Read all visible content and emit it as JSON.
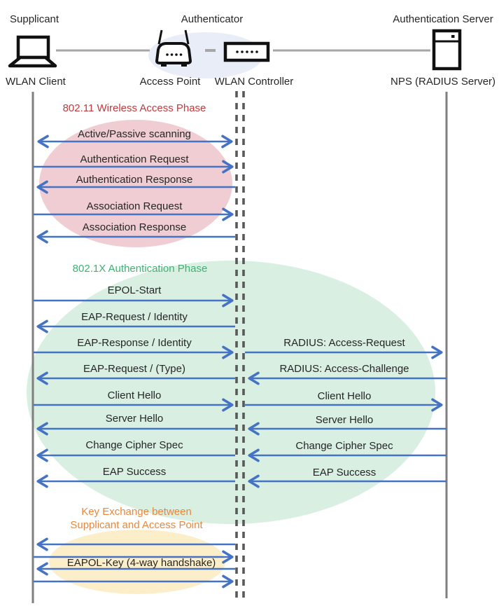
{
  "header": {
    "roles": {
      "supplicant": "Supplicant",
      "authenticator": "Authenticator",
      "authentication_server": "Authentication Server"
    },
    "devices": {
      "wlan_client": "WLAN Client",
      "access_point": "Access Point",
      "wlan_controller": "WLAN Controller",
      "nps": "NPS (RADIUS Server)"
    }
  },
  "colors": {
    "arrow_blue": "#4472C4",
    "lifeline_gray": "#7F7F7F",
    "dashed_lifeline_gray": "#595959",
    "connector_gray": "#A6A6A6",
    "phase1_title": "#C0393D",
    "phase1_fill": "#F0CDD2",
    "phase2_title": "#3CB371",
    "phase2_fill": "#D8EFE2",
    "phase3_title": "#E8873C",
    "phase3_fill": "#FCEEC9",
    "authenticator_fill": "#E9EDF7"
  },
  "phases": [
    {
      "title": "802.11 Wireless Access Phase",
      "messages": [
        {
          "label": "Active/Passive scanning",
          "direction": "both"
        },
        {
          "label": "Authentication Request",
          "direction": "right"
        },
        {
          "label": "Authentication Response",
          "direction": "left"
        },
        {
          "label": "Association Request",
          "direction": "right"
        },
        {
          "label": "Association Response",
          "direction": "left"
        }
      ]
    },
    {
      "title": "802.1X Authentication Phase",
      "rows": [
        {
          "left": {
            "label": "EPOL-Start",
            "direction": "right"
          }
        },
        {
          "left": {
            "label": "EAP-Request / Identity",
            "direction": "left"
          }
        },
        {
          "left": {
            "label": "EAP-Response / Identity",
            "direction": "right"
          },
          "right": {
            "label": "RADIUS: Access-Request",
            "direction": "right"
          }
        },
        {
          "left": {
            "label": "EAP-Request / (Type)",
            "direction": "left"
          },
          "right": {
            "label": "RADIUS: Access-Challenge",
            "direction": "left"
          }
        },
        {
          "left": {
            "label": "Client Hello",
            "direction": "right"
          },
          "right": {
            "label": "Client Hello",
            "direction": "right"
          }
        },
        {
          "left": {
            "label": "Server Hello",
            "direction": "left"
          },
          "right": {
            "label": "Server Hello",
            "direction": "left"
          }
        },
        {
          "left": {
            "label": "Change Cipher Spec",
            "direction": "left"
          },
          "right": {
            "label": "Change Cipher Spec",
            "direction": "left"
          }
        },
        {
          "left": {
            "label": "EAP Success",
            "direction": "left"
          },
          "right": {
            "label": "EAP Success",
            "direction": "left"
          }
        }
      ]
    },
    {
      "title_line1": "Key Exchange between",
      "title_line2": "Supplicant and Access Point",
      "handshake_label": "EAPOL-Key (4-way handshake)",
      "arrow_directions": [
        "left",
        "right",
        "left",
        "right"
      ]
    }
  ]
}
